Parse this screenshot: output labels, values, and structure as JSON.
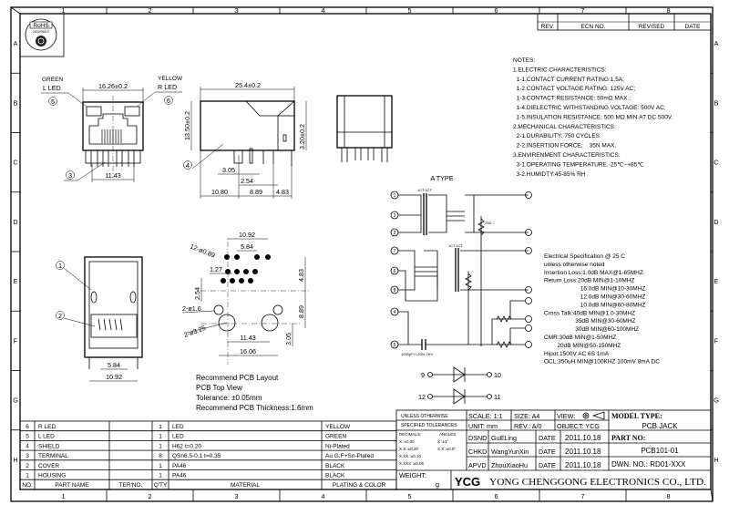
{
  "frame": {
    "columns": [
      "1",
      "2",
      "3",
      "4",
      "5",
      "6",
      "7",
      "8"
    ],
    "rows": [
      "A",
      "B",
      "C",
      "D",
      "E",
      "F",
      "G",
      "H"
    ]
  },
  "rohs": {
    "label": "RoHS",
    "sub": "2002/95/EC"
  },
  "revision_table": {
    "headers": [
      "REV.",
      "ECN NO.",
      "REVISED",
      "DATE"
    ]
  },
  "front_view": {
    "width_dim": "16.26±0.2",
    "pin_span_dim": "11.43",
    "left_led_label": [
      "GREEN",
      "L LED"
    ],
    "right_led_label": [
      "YELLOW",
      "R LED"
    ],
    "callout_left_led": "5",
    "callout_right_led": "6",
    "callout_terminal": "3"
  },
  "side_view": {
    "length_dim": "25.4±0.2",
    "height_dim": "13.50±0.2",
    "standoff_dim": "3.20±0.2",
    "dims": [
      "3.05",
      "2.54",
      "10.80",
      "8.89",
      "4.83"
    ],
    "callout_shield": "4"
  },
  "bottom_view": {
    "dims": [
      "5.84",
      "10.92"
    ],
    "callout_housing": "1",
    "callout_cover": "2"
  },
  "pcb_layout": {
    "dims": {
      "span_outer": "10.92",
      "span_inner": "5.84",
      "holes_small": "12-ø0.89",
      "pitch": "1.27",
      "row_offset": "2.54",
      "top_offset": "4.83",
      "vertical_span": "8.89",
      "led_holes": "2-ø1.6",
      "post_holes": "2-ø3.25",
      "post_span": "11.43",
      "post_offset": "3.05",
      "led_span": "16.06"
    },
    "notes": [
      "Recommend PCB Layout",
      "PCB Top View",
      "Tolerance: ±0.05mm",
      "Recommend PCB Thickness:1.6mm"
    ]
  },
  "notes": {
    "lines": [
      "NOTES:",
      "1.ELECTRIC CHARACTERISTICS:",
      "  1-1.CONTACT CURRENT RATING:1.5A;",
      "  1-2.CONTACT VOLTAGE RATING: 125V AC;",
      "  1-3.CONTACT RESISTANCE: 50mΩ MAX.;",
      "  1-4.DIELECTRIC WITHSTANDING VOLTAGE: 500V AC;",
      "  1-5.INSULATION RESISTANCE: 500 MΩ MIN.AT DC 500V.",
      "2.MECHANICAL CHARACTERISTICS:",
      "  2-1.DURABILITY: 750 CYCLES.",
      "  2-2.INSERTION FORCE:    35N MAX.",
      "3.ENVIRENMENT CHARACTERISTICS:",
      "  3-1.OPERATING TEMPERATURE.-25℃~+85℃",
      "  3-2.HUMIDTY:45-85% RH"
    ]
  },
  "schematic": {
    "title": "A TYPE",
    "ratio_top": "1CT:1CT",
    "ratio_mid": "1CT:1CT",
    "resistor": "75Ω",
    "capacitor": "1000pF+/-20% 2KV",
    "left_pins": [
      "1",
      "3",
      "2",
      "7",
      "6",
      "8",
      "4",
      "5"
    ],
    "led1": [
      "9",
      "10"
    ],
    "led2": [
      "12",
      "11"
    ]
  },
  "electrical_spec": {
    "lines": [
      "Electrical Specification @ 25 C",
      "unless otherwise noted",
      "Insertion Loss:1.0dB MAX@1-65MHZ",
      "Return Loss:20dB MIN@1-10MHZ",
      "                      16.0dB MIN@10-30MHZ",
      "                      12.0dB MIN@30-60MHZ",
      "                      10.0dB MIN@60-80MHZ",
      "Cross Talk:40dB MIN@1.0-30MHZ",
      "                   35dB MIN@30-60MHZ",
      "                   30dB MIN@60-100MHZ",
      "CMR:30dB MIN@1-50MHZ",
      "        20dB MIN@50-150MHZ",
      "Hipot:1500V AC 6S 1mA",
      "OCL:350uH MIN@100KHZ 100mV 8mA DC"
    ]
  },
  "parts": {
    "headers": [
      "NO.",
      "PART NAME",
      "TER'NO.",
      "Q'TY",
      "MATERIAL",
      "PLATING & COLOR"
    ],
    "rows": [
      {
        "no": "6",
        "name": "R LED",
        "ter": "",
        "qty": "1",
        "material": "LED",
        "plating": "YELLOW"
      },
      {
        "no": "5",
        "name": "L LED",
        "ter": "",
        "qty": "1",
        "material": "LED",
        "plating": "GREEN"
      },
      {
        "no": "4",
        "name": "SHIELD",
        "ter": "",
        "qty": "1",
        "material": "H62  t=0.20",
        "plating": "Ni-Plated"
      },
      {
        "no": "3",
        "name": "TERMINAL",
        "ter": "",
        "qty": "8",
        "material": "QSn6.5-0.1  t=0.35",
        "plating": "Au G.F+Sn-Plated"
      },
      {
        "no": "2",
        "name": "COVER",
        "ter": "",
        "qty": "1",
        "material": "PA46",
        "plating": "BLACK"
      },
      {
        "no": "1",
        "name": "HOUSING",
        "ter": "",
        "qty": "1",
        "material": "PA46",
        "plating": "BLACK"
      }
    ]
  },
  "title_block": {
    "tolerance_title": [
      "UNLESS OTHERWISE",
      "SPECIFIED TOLERANCES"
    ],
    "decimals_label": "DECIMALS:",
    "angles_label": "ANGLES:",
    "decimals": [
      "X    :±0.30",
      "X.X  :±0.20",
      "X.XX :±0.10",
      "X.XXX :±0.05"
    ],
    "angles": [
      "X   :±1°",
      "X.X :±0.5°"
    ],
    "scale": "SCALE: 1:1",
    "size": "SIZE: A4",
    "view": "VIEW:",
    "unit": "UNIT: mm",
    "rev": "REV.: A/0",
    "object": "OBJECT: YCG",
    "model_type_label": "MODEL TYPE:",
    "model_type": "PCB JACK",
    "part_no_label": "PART NO:",
    "part_no": "PCB101-01",
    "dwn_no": "DWN. NO.: RD01-XXX",
    "signoffs": [
      {
        "role": "DSND",
        "name": "GuELing",
        "date_label": "DATE",
        "date": "2011.10.18"
      },
      {
        "role": "CHKD",
        "name": "WangYunXin",
        "date_label": "DATE",
        "date": "2011.10.18"
      },
      {
        "role": "APVD",
        "name": "ZhouXiaoHu",
        "date_label": "DATE",
        "date": "2011.10.18"
      }
    ],
    "weight_label": "WEIGHT:",
    "weight_unit": "g",
    "logo": "YCG",
    "company": "YONG CHENGGONG ELECTRONICS CO., LTD."
  }
}
